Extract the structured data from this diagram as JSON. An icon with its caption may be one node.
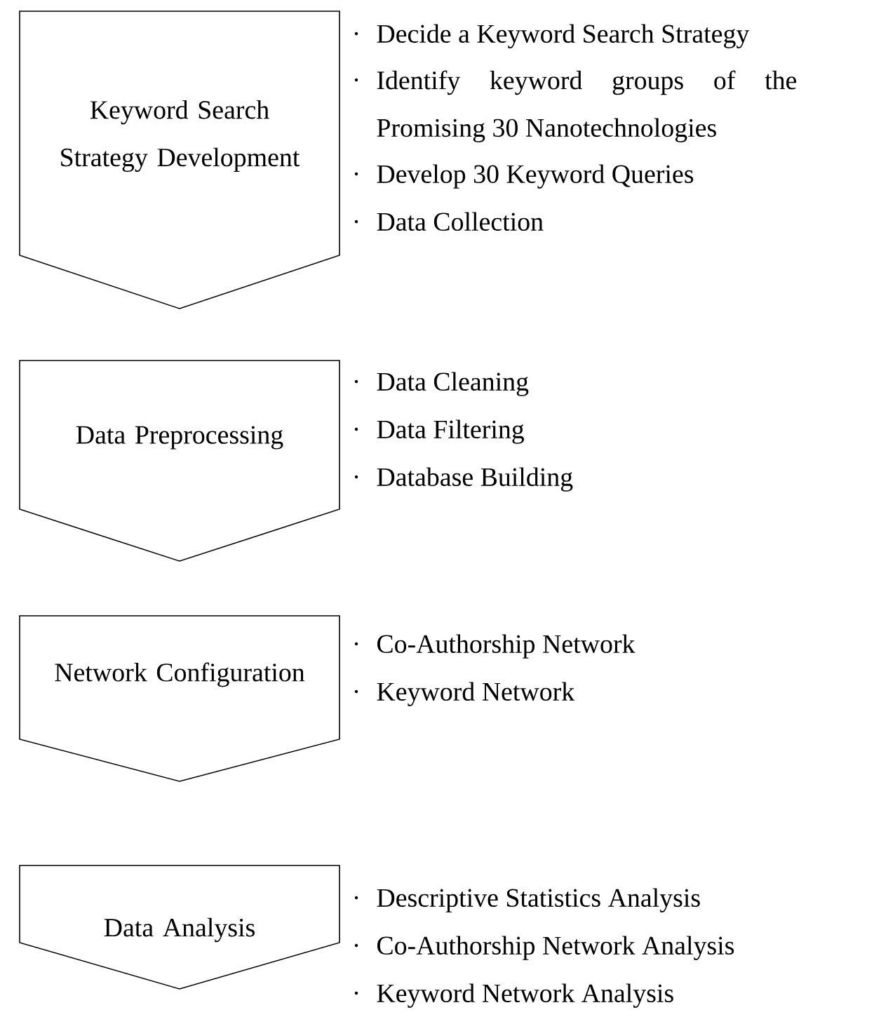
{
  "diagram": {
    "nodes": [
      {
        "text": [
          "Keyword Search Strategy Development"
        ],
        "beside": [
          "Decide a Keyword Search Strategy",
          "Identify keyword groups of the Promising 30 Nanotechnologies",
          "Develop 30 Keyword Queries",
          "Data Collection"
        ]
      },
      {
        "text": [
          "Data Preprocessing"
        ],
        "beside": [
          "Data Cleaning",
          "Data Filtering",
          "Database Building"
        ]
      },
      {
        "text": [
          "Network Configuration"
        ],
        "beside": [
          "Co-Authorship Network",
          "Keyword Network"
        ]
      },
      {
        "text": [
          "Data Analysis"
        ],
        "beside": [
          "Descriptive Statistics Analysis",
          "Co-Authorship Network Analysis",
          "Keyword Network Analysis"
        ]
      }
    ]
  }
}
